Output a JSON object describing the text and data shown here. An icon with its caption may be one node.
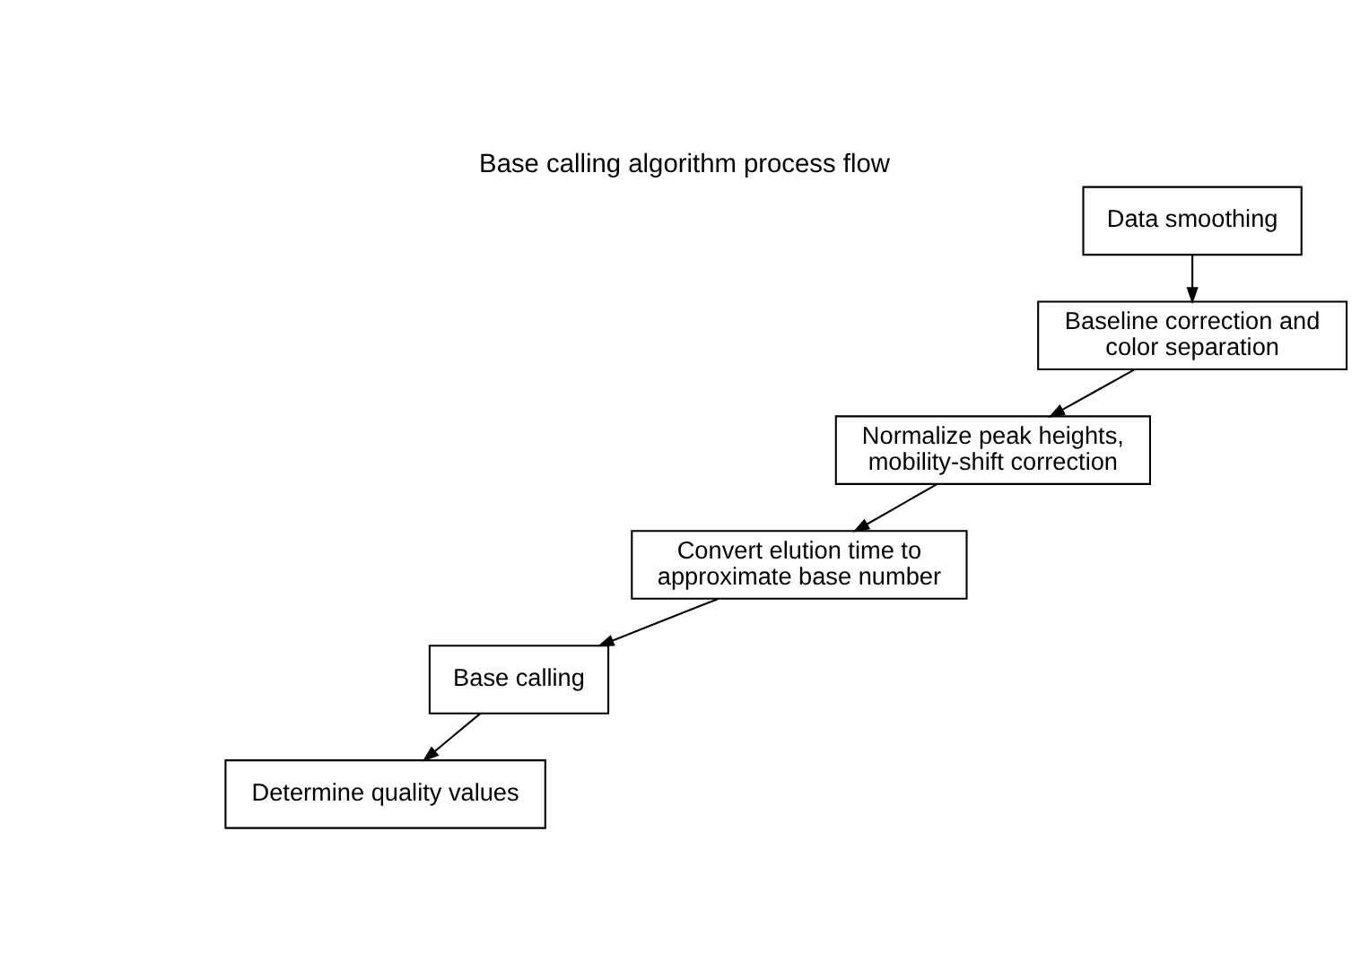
{
  "diagram": {
    "title": "Base calling algorithm process flow",
    "nodes": [
      {
        "text": [
          "Data smoothing"
        ]
      },
      {
        "text": [
          "Baseline correction and color separation"
        ]
      },
      {
        "text": [
          "Normalize peak heights, mobility-shift correction"
        ]
      },
      {
        "text": [
          "Convert elution time to approximate base number"
        ]
      },
      {
        "text": [
          "Base calling"
        ]
      },
      {
        "text": [
          "Determine quality values"
        ]
      }
    ],
    "edges": [
      {
        "from": 0,
        "to": 1,
        "arrow": "to"
      },
      {
        "from": 1,
        "to": 2,
        "arrow": "to"
      },
      {
        "from": 2,
        "to": 3,
        "arrow": "to"
      },
      {
        "from": 3,
        "to": 4,
        "arrow": "to"
      },
      {
        "from": 4,
        "to": 5,
        "arrow": "to"
      }
    ]
  }
}
